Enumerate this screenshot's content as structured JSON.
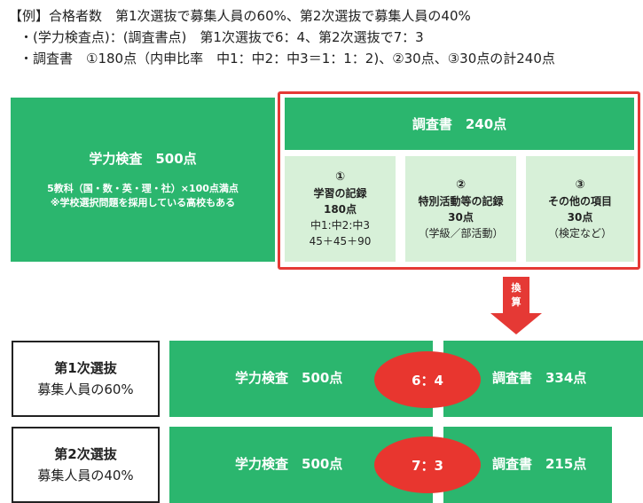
{
  "header": {
    "line1": "【例】合格者数　第1次選抜で募集人員の60%、第2次選抜で募集人員の40%",
    "line2": "・(学力検査点)：(調査書点)　第1次選抜で6：4、第2次選抜で7：3",
    "line3": "・調査書　①180点（内申比率　中1：中2：中3＝1：1：2)、②30点、③30点の計240点"
  },
  "gakuryoku": {
    "title": "学力検査　500点",
    "note1": "5教科（国・数・英・理・社）×100点満点",
    "note2": "※学校選択問題を採用している高校もある"
  },
  "chosasho": {
    "title": "調査書　240点",
    "items": [
      {
        "num": "①",
        "name": "学習の記録",
        "points": "180点",
        "detail1": "中1:中2:中3",
        "detail2": "45＋45＋90"
      },
      {
        "num": "②",
        "name": "特別活動等の記録",
        "points": "30点",
        "detail1": "（学級／部活動）"
      },
      {
        "num": "③",
        "name": "その他の項目",
        "points": "30点",
        "detail1": "（検定など）"
      }
    ]
  },
  "conversion": {
    "label_1": "換",
    "label_2": "算"
  },
  "rows": [
    {
      "title": "第1次選抜",
      "subtitle": "募集人員の60%",
      "left": "学力検査　500点",
      "ratio": "6：4",
      "right": "調査書　334点"
    },
    {
      "title": "第2次選抜",
      "subtitle": "募集人員の40%",
      "left": "学力検査　500点",
      "ratio": "7：3",
      "right": "調査書　215点"
    }
  ],
  "colors": {
    "green": "#2bb66e",
    "light_green": "#d7f0d8",
    "red": "#e53935"
  }
}
